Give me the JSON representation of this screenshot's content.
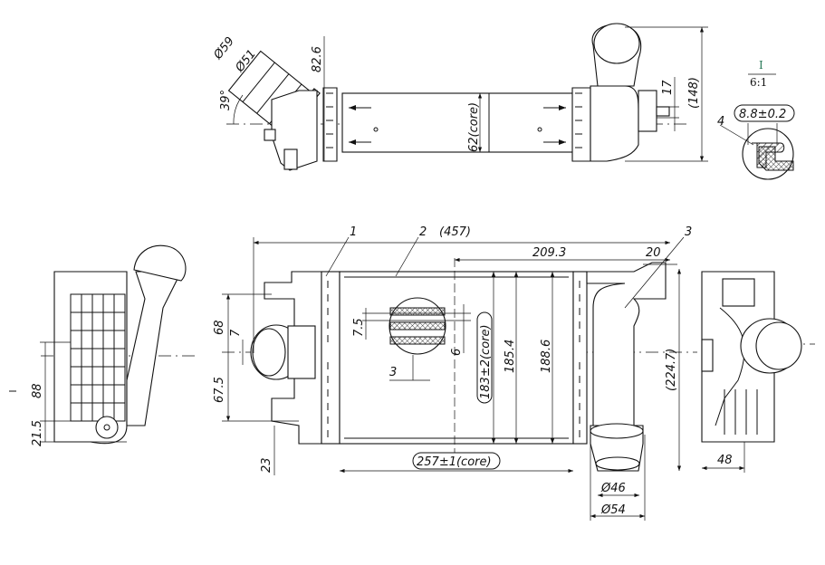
{
  "top_view": {
    "dia_59": "Ø59",
    "dia_51": "Ø51",
    "angle": "39°",
    "dim_82_6": "82.6",
    "core_62": "62(core)",
    "dim_17": "17",
    "dim_148": "(148)"
  },
  "detail": {
    "label": "I",
    "scale": "6:1",
    "thickness": "8.8±0.2",
    "callout": "4"
  },
  "front_view": {
    "callout_1": "1",
    "callout_2": "2",
    "callout_3": "3",
    "overall_length": "(457)",
    "dim_209_3": "209.3",
    "dim_20": "20",
    "dim_68": "68",
    "dim_7": "7",
    "dim_67_5": "67.5",
    "dim_23": "23",
    "fin_pitch": "7.5",
    "tube_6": "6",
    "fin_3": "3",
    "core_height": "183±2(core)",
    "dim_185_4": "185.4",
    "dim_188_6": "188.6",
    "overall_height": "(224.7)",
    "core_length": "257±1(core)",
    "dia_46": "Ø46",
    "dia_54": "Ø54"
  },
  "left_view": {
    "dim_88": "88",
    "dim_21_5": "21.5"
  },
  "right_view": {
    "dim_48": "48"
  }
}
